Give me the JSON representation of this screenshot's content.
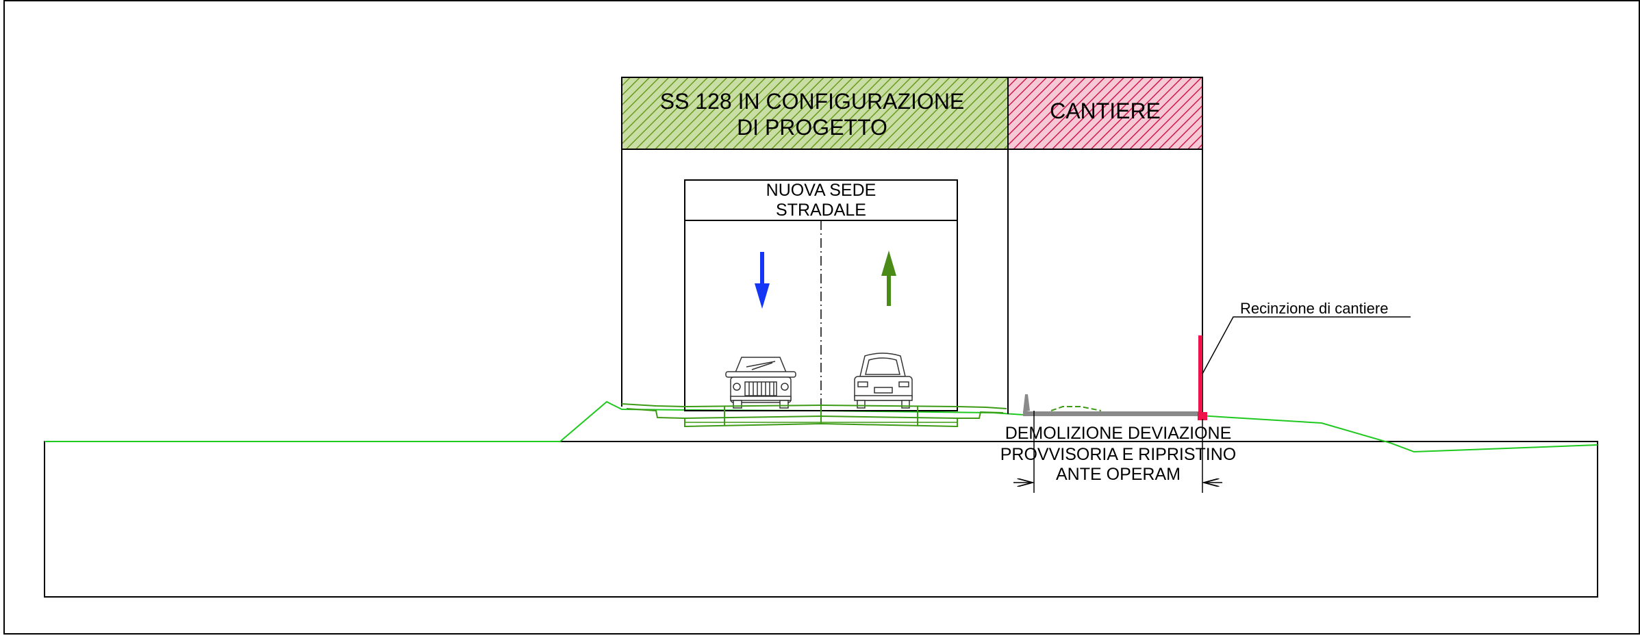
{
  "header": {
    "project_title": [
      "SS 128 IN CONFIGURAZIONE",
      "DI PROGETTO"
    ],
    "site_title": "CANTIERE"
  },
  "road": {
    "title": [
      "NUOVA SEDE",
      "STRADALE"
    ],
    "lane_directions": [
      "down",
      "up"
    ]
  },
  "demolition": {
    "label": [
      "DEMOLIZIONE DEVIAZIONE",
      "PROVVISORIA E RIPRISTINO",
      "ANTE OPERAM"
    ]
  },
  "fence": {
    "label": "Recinzione di cantiere"
  },
  "colors": {
    "project_hatch": "#6a9a1e",
    "project_fill": "#c9dea5",
    "site_hatch": "#d0194a",
    "site_fill": "#f6c9d6",
    "terrain": "#1ec81e",
    "road_layers": "#3c9a14",
    "down_arrow": "#1537f5",
    "up_arrow": "#4a8a16",
    "fence": "#f0124a",
    "temp_road": "#8a8a8a"
  }
}
